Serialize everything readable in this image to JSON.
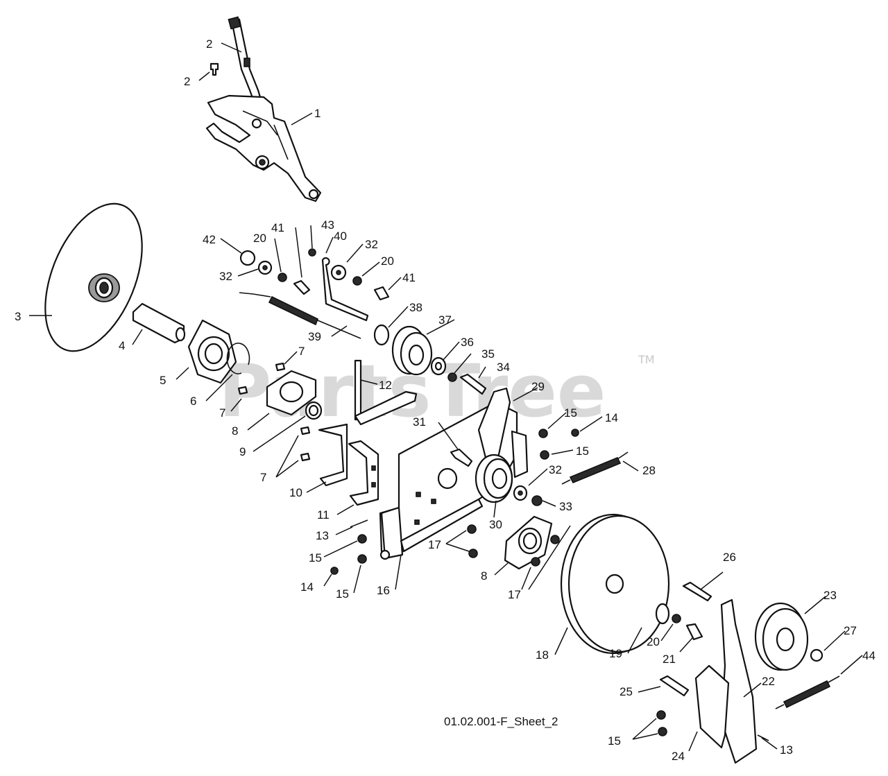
{
  "watermark": {
    "text": "PartsTree",
    "trademark": "TM"
  },
  "sheet_caption": "01.02.001-F_Sheet_2",
  "callouts": [
    "1",
    "2",
    "2",
    "3",
    "4",
    "5",
    "6",
    "7",
    "7",
    "7",
    "8",
    "8",
    "9",
    "10",
    "11",
    "12",
    "13",
    "13",
    "14",
    "14",
    "15",
    "15",
    "15",
    "15",
    "15",
    "16",
    "17",
    "17",
    "18",
    "19",
    "20",
    "20",
    "20",
    "21",
    "22",
    "23",
    "24",
    "25",
    "26",
    "27",
    "28",
    "29",
    "30",
    "31",
    "32",
    "32",
    "32",
    "33",
    "34",
    "35",
    "36",
    "37",
    "38",
    "39",
    "40",
    "41",
    "41",
    "42",
    "43",
    "44"
  ]
}
